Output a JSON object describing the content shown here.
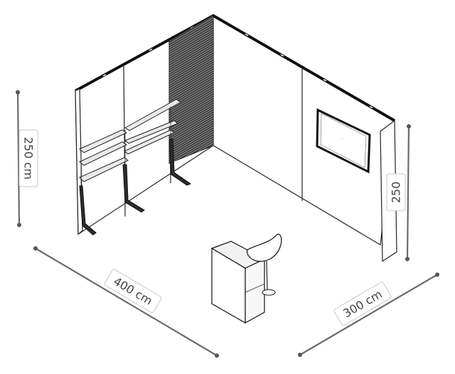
{
  "dimensions": {
    "height_left": "250 cm",
    "height_right": "250",
    "width": "400 cm",
    "depth": "300 cm"
  },
  "colors": {
    "line": "#222222",
    "dimension": "#6b6b6b",
    "slatwall": "#3a3a3a",
    "background": "#ffffff"
  }
}
